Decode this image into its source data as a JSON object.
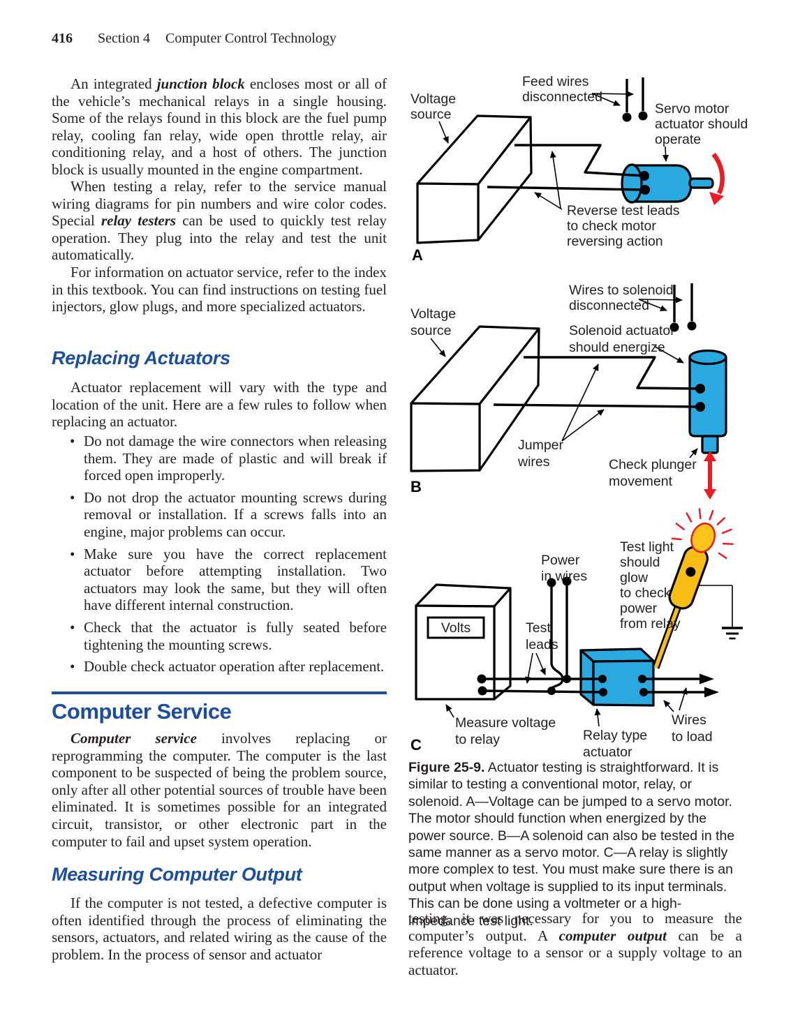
{
  "colors": {
    "accent": "#1B4E9D",
    "blue": "#29A9E0",
    "red": "#ED1C24",
    "yellow": "#F9BD16",
    "ink": "#231F20"
  },
  "header": {
    "page_number": "416",
    "section": "Section 4",
    "title": "Computer Control Technology"
  },
  "left_column": {
    "p1": [
      {
        "t": "An integrated "
      },
      {
        "t": "junction block",
        "em": true
      },
      {
        "t": " encloses most or all of the vehicle’s mechanical relays in a single housing. Some of the relays found in this block are the fuel pump relay, cooling fan relay, wide open throttle relay, air conditioning relay, and a host of others. The junction block is usually mounted in the engine compartment."
      }
    ],
    "p2": [
      {
        "t": "When testing a relay, refer to the service manual wiring diagrams for pin numbers and wire color codes. Special "
      },
      {
        "t": "relay testers",
        "em": true
      },
      {
        "t": " can be used to quickly test relay operation. They plug into the relay and test the unit automatically."
      }
    ],
    "p3": [
      {
        "t": "For information on actuator service, refer to the index in this textbook. You can find instructions on testing fuel injectors, glow plugs, and more specialized actuators."
      }
    ],
    "h_replacing": "Replacing Actuators",
    "p4": [
      {
        "t": "Actuator replacement will vary with the type and location of the unit. Here are a few rules to follow when replacing an actuator."
      }
    ],
    "bullets": [
      "Do not damage the wire connectors when releasing them. They are made of plastic and will break if forced open improperly.",
      "Do not drop the actuator mounting screws during removal or installation. If a screws falls into an engine, major problems can occur.",
      "Make sure you have the correct replacement actuator before attempting installation. Two actuators may look the same, but they will often have different internal construction.",
      "Check that the actuator is fully seated before tightening the mounting screws.",
      "Double check actuator operation after replacement."
    ],
    "h_computer_service": "Computer Service",
    "p5": [
      {
        "t": "Computer service",
        "em": true
      },
      {
        "t": " involves replacing or reprogramming the computer. The computer is the last component to be suspected of being the problem source, only after all other potential sources of trouble have been eliminated. It is sometimes possible for an integrated circuit, transistor, or other electronic part in the computer to fail and upset system operation."
      }
    ],
    "h_measuring": "Measuring Computer Output",
    "p6": [
      {
        "t": "If the computer is not tested, a defective computer is often identified through the process of eliminating the sensors, actuators, and related wiring as the cause of the problem. In the process of sensor and actuator"
      }
    ]
  },
  "right_column": {
    "caption": [
      {
        "t": "Figure 25-9.",
        "b": true
      },
      {
        "t": "  Actuator testing is straightforward. It is similar to testing a conventional motor, relay, or solenoid. A—Voltage can be jumped to a servo motor. The motor should function when energized by the power source. B—A solenoid can also be tested in the same manner as a servo motor. C—A relay is slightly more complex to test. You must make sure there is an output when voltage is supplied to its input terminals. This can be done using a voltmeter or a high-impedance test light."
      }
    ],
    "p7": [
      {
        "t": "testing, it was necessary for you to measure the computer’s output. A "
      },
      {
        "t": "computer output",
        "em": true
      },
      {
        "t": " can be a reference voltage to a sensor or a supply voltage to an actuator."
      }
    ]
  },
  "diagram_a": {
    "label": "A",
    "voltage_source": [
      "Voltage",
      "source"
    ],
    "feed_wires": [
      "Feed wires",
      "disconnected"
    ],
    "servo_motor": [
      "Servo motor",
      "actuator should",
      "operate"
    ],
    "reverse_leads": [
      "Reverse test leads",
      "to check motor",
      "reversing action"
    ]
  },
  "diagram_b": {
    "label": "B",
    "wires_solenoid": [
      "Wires to solenoid",
      "disconnected"
    ],
    "voltage_source": [
      "Voltage",
      "source"
    ],
    "solenoid_actuator": [
      "Solenoid actuator",
      "should energize"
    ],
    "jumper_wires": [
      "Jumper",
      "wires"
    ],
    "check_plunger": [
      "Check plunger",
      "movement"
    ]
  },
  "diagram_c": {
    "label": "C",
    "power_in": [
      "Power",
      "in wires"
    ],
    "test_light": [
      "Test light",
      "should",
      "glow",
      "to check",
      "power",
      "from relay"
    ],
    "volts": "Volts",
    "test_leads": [
      "Test",
      "leads"
    ],
    "measure_voltage": [
      "Measure voltage",
      "to relay"
    ],
    "relay_type": [
      "Relay type",
      "actuator"
    ],
    "wires_to_load": [
      "Wires",
      "to load"
    ]
  }
}
